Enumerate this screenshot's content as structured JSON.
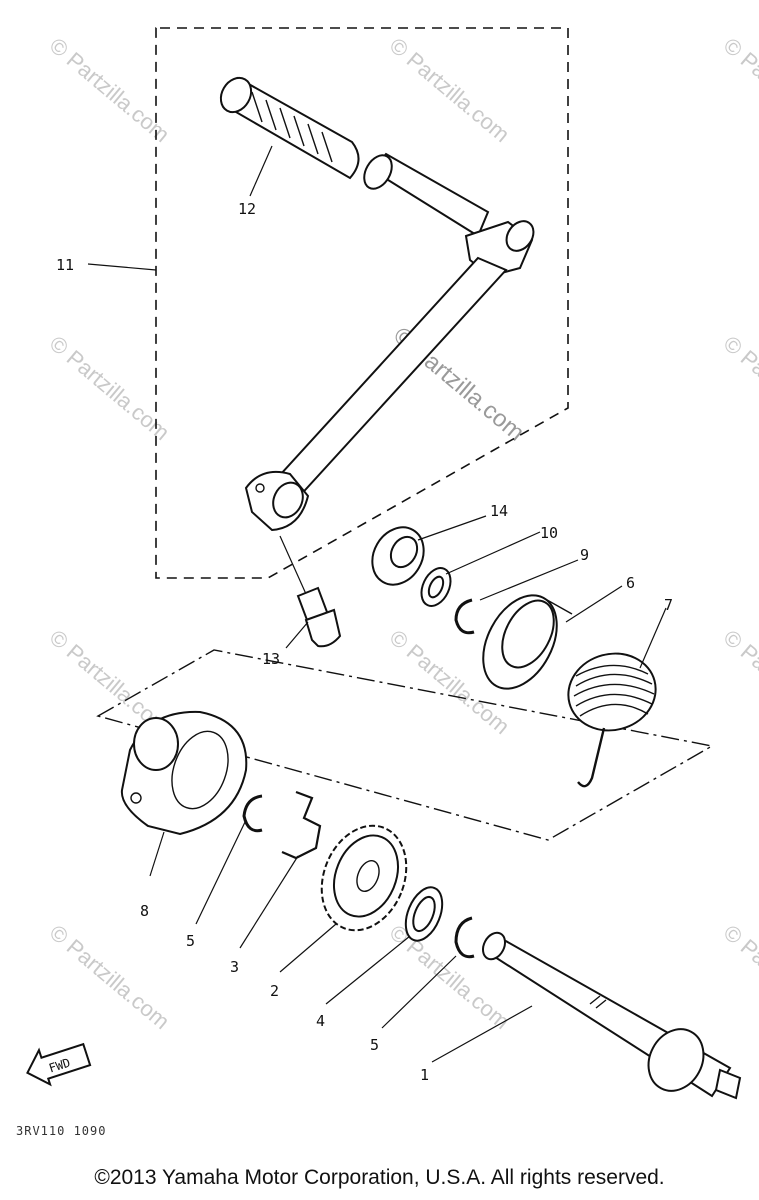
{
  "watermark": {
    "text": "© Partzilla.com",
    "color": "#c9c9c9"
  },
  "callouts": {
    "p1": "1",
    "p2": "2",
    "p3": "3",
    "p4": "4",
    "p5a": "5",
    "p5b": "5",
    "p6": "6",
    "p7": "7",
    "p8": "8",
    "p9": "9",
    "p10": "10",
    "p11": "11",
    "p12": "12",
    "p13": "13",
    "p14": "14"
  },
  "fwd_label": "FWD",
  "diagram_code": "3RV110 1090",
  "copyright": "©2013 Yamaha Motor Corporation, U.S.A. All rights reserved."
}
